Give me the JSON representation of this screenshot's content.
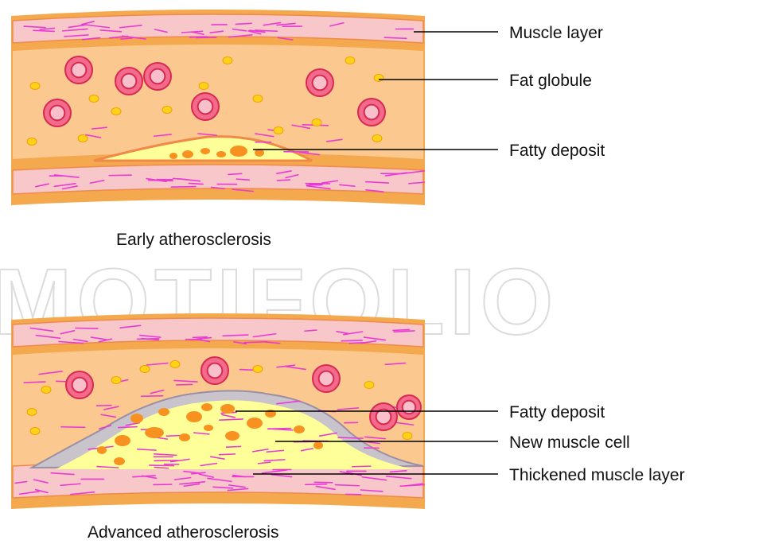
{
  "watermark": "MOTIFOLIO",
  "early": {
    "caption": "Early atherosclerosis",
    "labels": {
      "muscle_layer": "Muscle layer",
      "fat_globule": "Fat globule",
      "fatty_deposit": "Fatty deposit"
    }
  },
  "advanced": {
    "caption": "Advanced atherosclerosis",
    "labels": {
      "fatty_deposit": "Fatty deposit",
      "new_muscle_cell": "New muscle cell",
      "thickened_muscle_layer": "Thickened muscle layer"
    }
  },
  "colors": {
    "vessel_wall_orange": "#f4a94f",
    "muscle_pink": "#f7c7c9",
    "muscle_fiber_magenta": "#e93bd4",
    "lumen_peach": "#fbc98f",
    "red_cell_fill": "#f46a8a",
    "red_cell_ring": "#d62a53",
    "fat_globule_yellow": "#ffd21a",
    "deposit_yellow": "#ffff99",
    "deposit_orange_globule": "#f79220",
    "plaque_cap_gray": "#c9c3cc",
    "leader_line": "#000000"
  }
}
